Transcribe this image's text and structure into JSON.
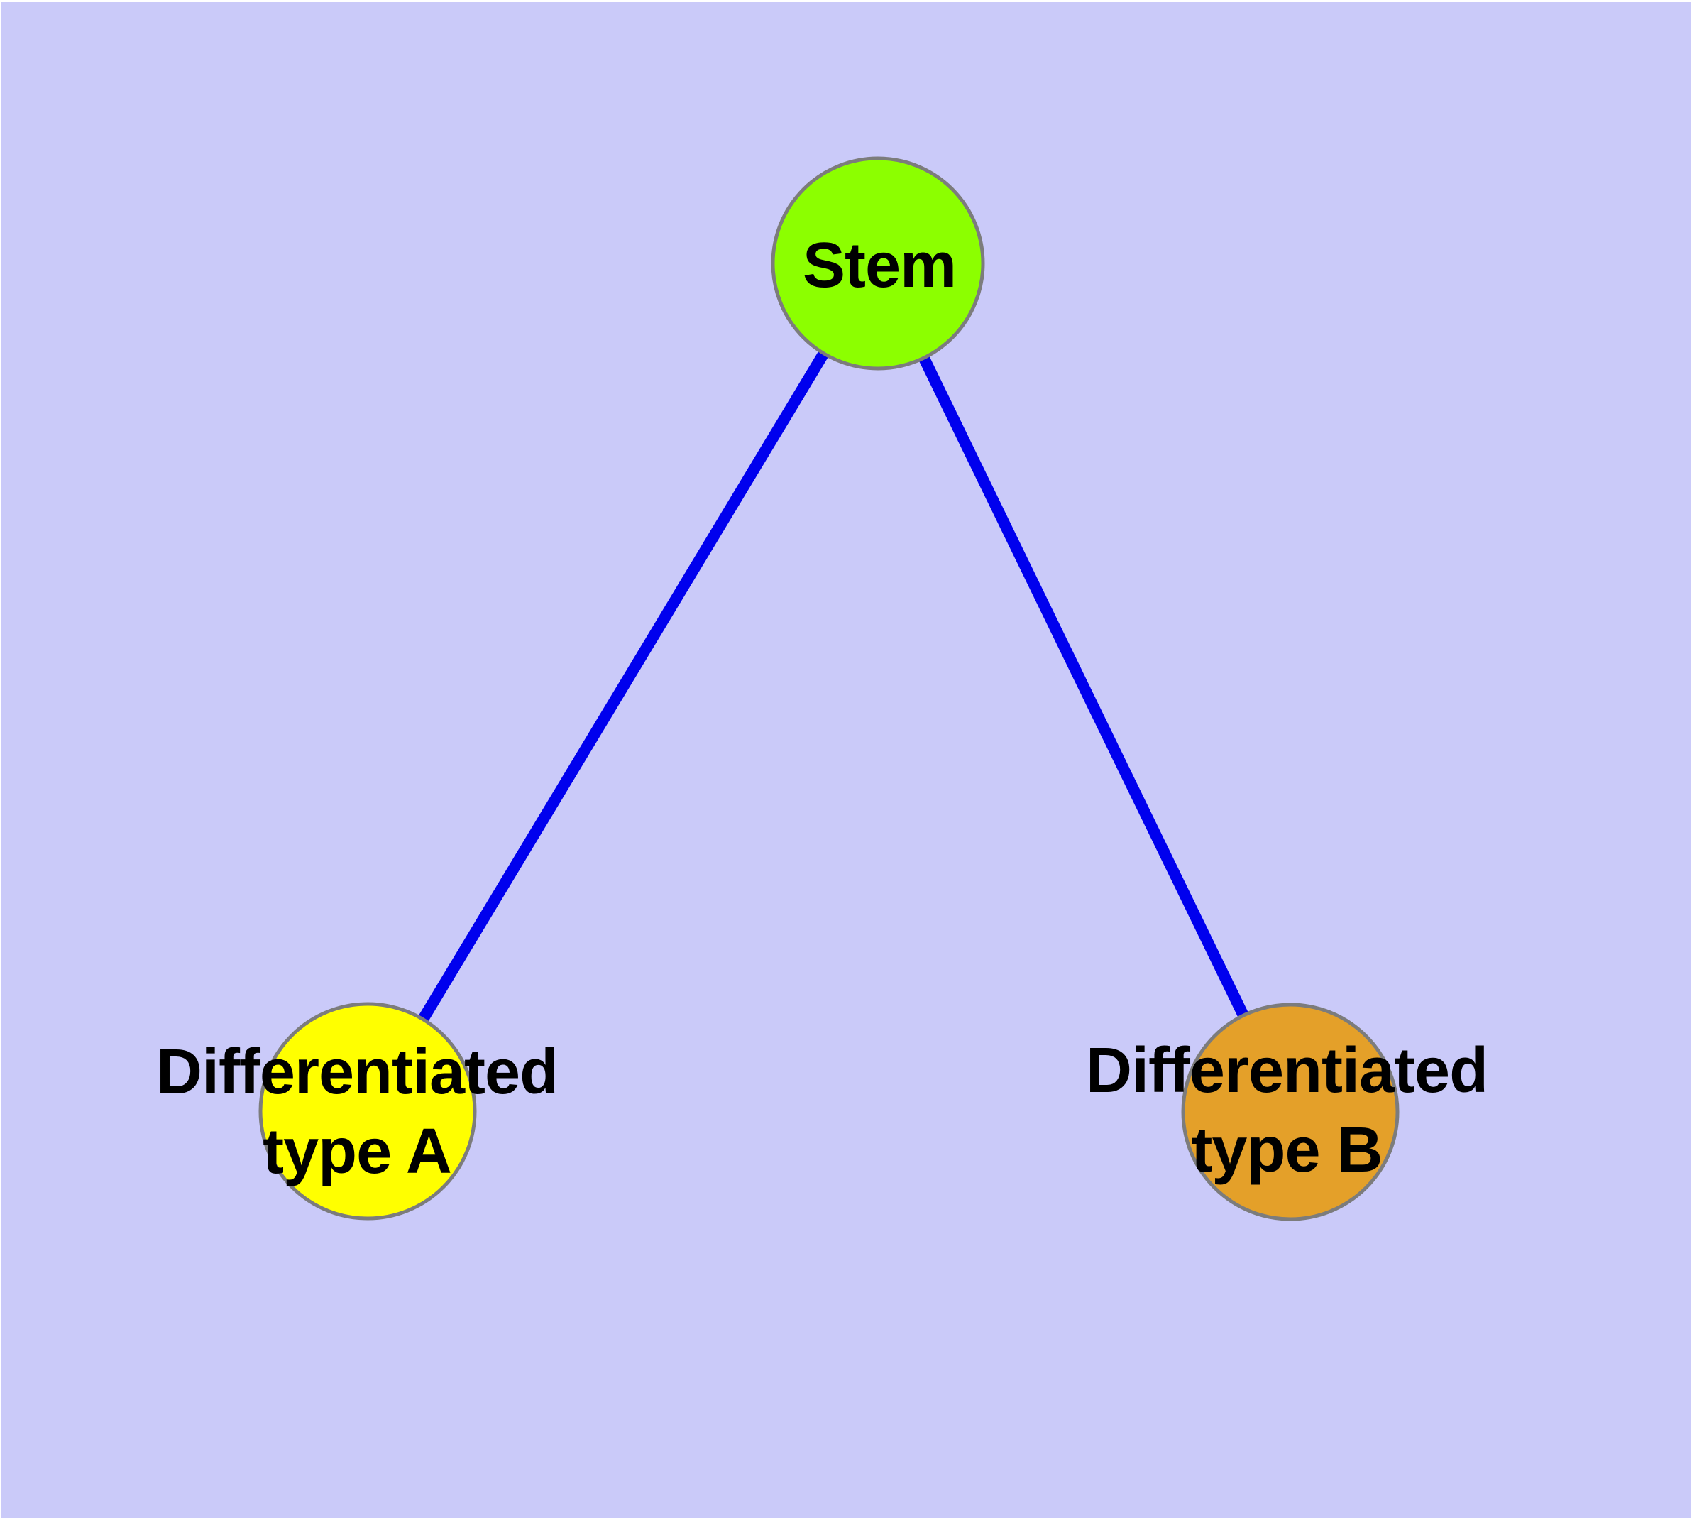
{
  "diagram": {
    "type": "graph",
    "background_color": "#CACAF9",
    "outer_margin_color": "#FFFFFF",
    "edge_color": "#0000EE",
    "node_border_color": "#7C7C7C",
    "label_color": "#000000",
    "nodes": [
      {
        "id": "stem",
        "label_lines": [
          "Stem"
        ],
        "fill": "#8CFF00"
      },
      {
        "id": "type-a",
        "label_lines": [
          "Differentiated",
          "type A"
        ],
        "fill": "#FFFF00"
      },
      {
        "id": "type-b",
        "label_lines": [
          "Differentiated",
          "type B"
        ],
        "fill": "#E4A029"
      }
    ],
    "edges": [
      {
        "from": "Stem",
        "to": "Differentiated type A"
      },
      {
        "from": "Stem",
        "to": "Differentiated type B"
      }
    ]
  }
}
